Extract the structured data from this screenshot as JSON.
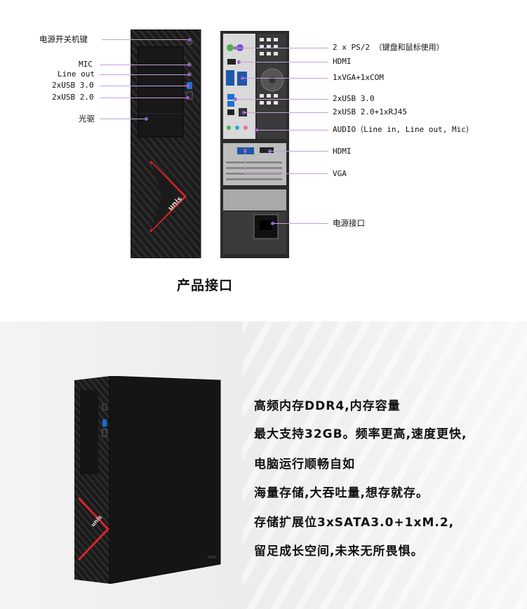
{
  "front_labels": {
    "power_key": "电源开关机键",
    "mic": "MIC",
    "line_out": "Line out",
    "usb3": "2xUSB 3.0",
    "usb2": "2xUSB 2.0",
    "optical": "光驱"
  },
  "rear_labels": {
    "ps2": "2 x PS/2 （键盘和鼠标使用）",
    "hdmi1": "HDMI",
    "vga_com": "1xVGA+1xCOM",
    "usb3": "2xUSB 3.0",
    "usb2_rj45": "2xUSB 2.0+1xRJ45",
    "audio": "AUDIO（Line in, Line out, Mic）",
    "hdmi2": "HDMI",
    "vga": "VGA",
    "power_port": "电源接口"
  },
  "section_title": "产品接口",
  "brand_logo": "unis",
  "features": [
    "高频内存DDR4,内存容量",
    "最大支持32GB。频率更高,速度更快,",
    "电脑运行顺畅自如",
    "海量存储,大吞吐量,想存就存。",
    "存储扩展位3xSATA3.0+1xM.2,",
    "留足成长空间,未来无所畏惧。"
  ],
  "colors": {
    "accent_red": "#d8242a",
    "callout_line": "#c69fe0",
    "case_black": "#1a1a1a"
  }
}
